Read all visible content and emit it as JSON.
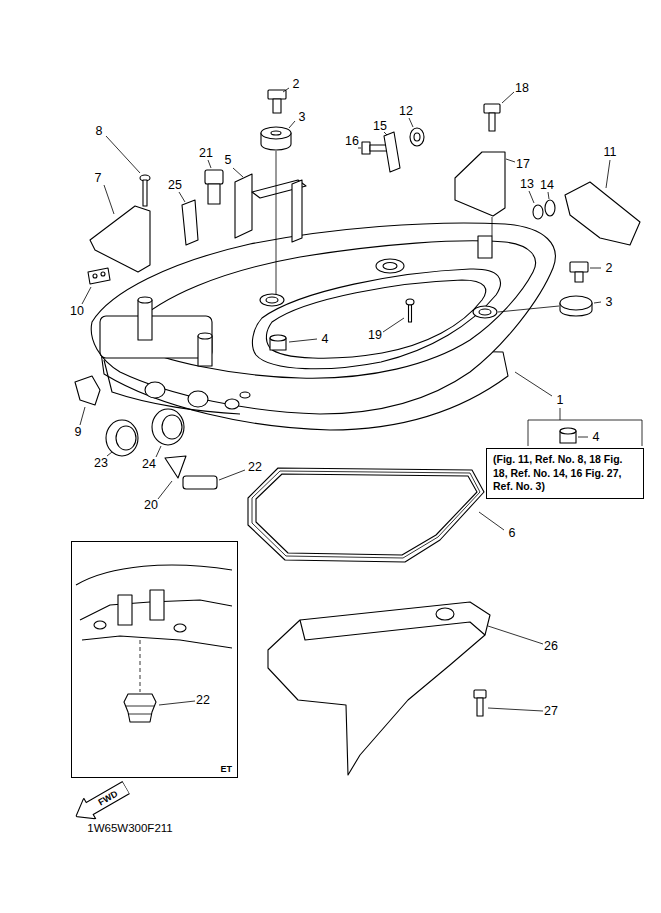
{
  "diagram": {
    "nodes": [
      {
        "text": [
          "(Fig. 11, Ref. No. 8, 18 Fig. 18, Ref. No. 14, 16 Fig. 27, Ref. No. 3)"
        ]
      },
      {
        "text": [
          "ET"
        ]
      },
      {
        "text": [
          "FWD"
        ]
      }
    ],
    "labels": [
      "2",
      "18",
      "3",
      "12",
      "8",
      "15",
      "16",
      "21",
      "11",
      "5",
      "17",
      "7",
      "13",
      "14",
      "25",
      "2",
      "3",
      "10",
      "19",
      "4",
      "1",
      "9",
      "4",
      "23",
      "24",
      "22",
      "20",
      "6",
      "26",
      "22",
      "27",
      "1W65W300F211"
    ]
  }
}
